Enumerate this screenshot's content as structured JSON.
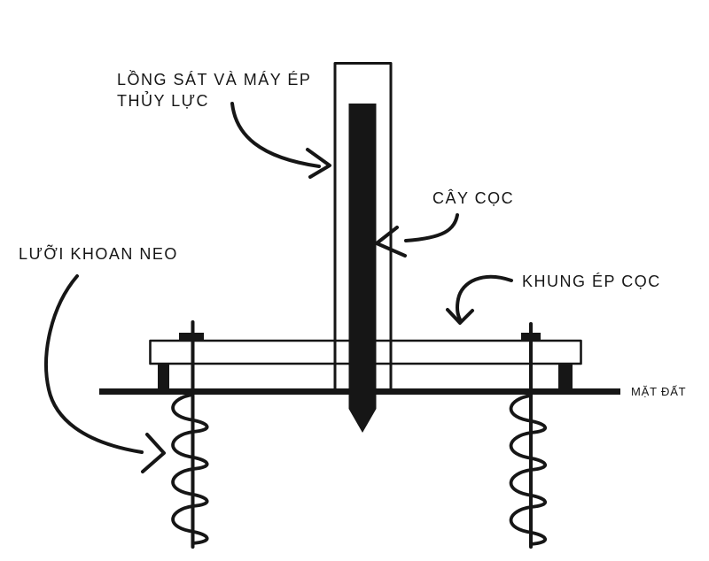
{
  "colors": {
    "ink": "#161616",
    "background": "#ffffff"
  },
  "labels": {
    "machine": {
      "line1": "LỒNG SÁT VÀ MÁY ÉP",
      "line2": "THỦY LỰC"
    },
    "pile": "CÂY CỌC",
    "frame": "KHUNG ÉP CỌC",
    "anchor": "LƯỠI KHOAN NEO",
    "ground": "MẶT ĐẤT"
  }
}
